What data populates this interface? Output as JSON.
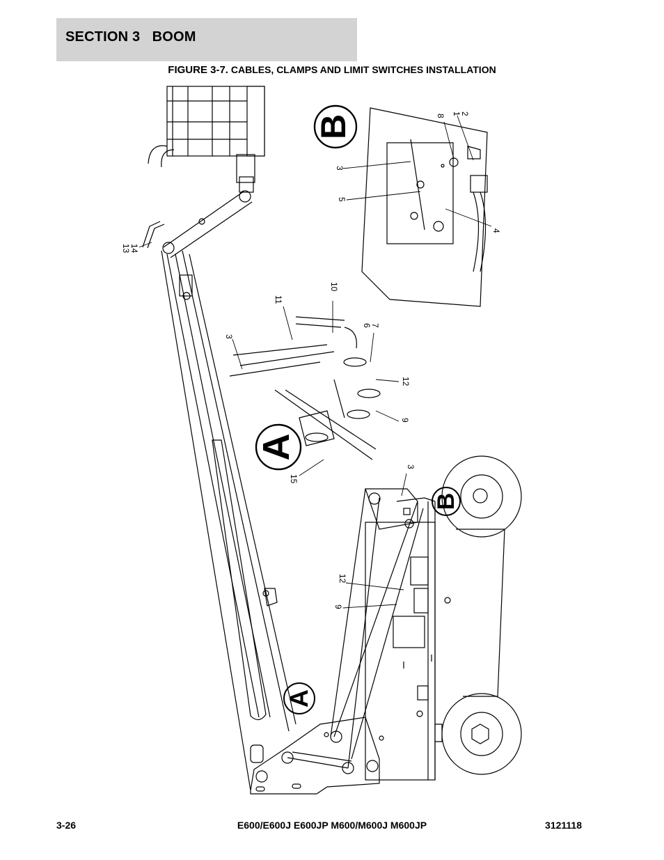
{
  "header": {
    "section_title": "SECTION 3   BOOM"
  },
  "figure": {
    "label": "FIGURE 3-7.",
    "caption": "CABLES, CLAMPS AND LIMIT SWITCHES INSTALLATION"
  },
  "detail_letters": {
    "a_main": "A",
    "a_detail": "A",
    "b_main": "B",
    "b_detail": "B"
  },
  "callouts": {
    "c1": "1",
    "c2": "2",
    "c8": "8",
    "c3_b": "3",
    "c5": "5",
    "c4": "4",
    "c10": "10",
    "c11": "11",
    "c3_a": "3",
    "c6": "6",
    "c7": "7",
    "c12_a": "12",
    "c9_a": "9",
    "c15": "15",
    "c13": "13",
    "c14": "14",
    "c3_main": "3",
    "c12_main": "12",
    "c9_main": "9"
  },
  "footer": {
    "page_number": "3-26",
    "models": "E600/E600J E600JP M600/M600J M600JP",
    "doc_number": "3121118"
  }
}
